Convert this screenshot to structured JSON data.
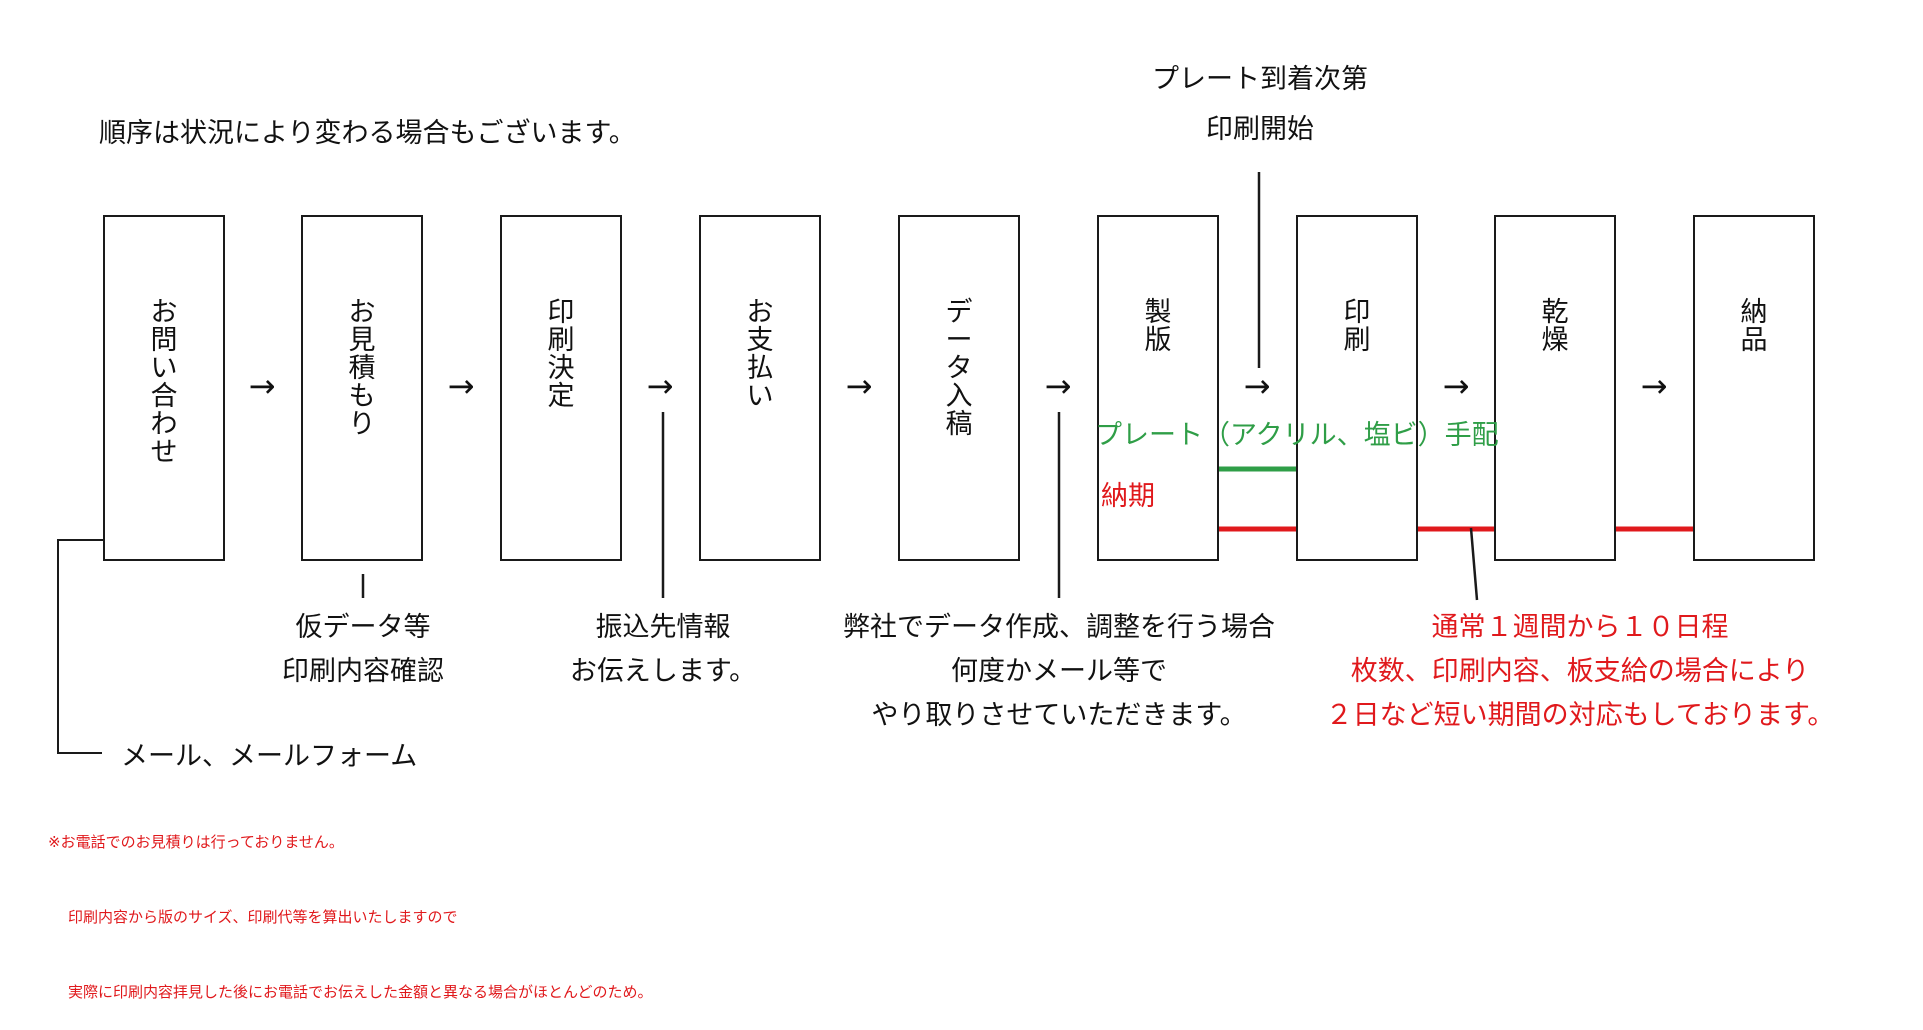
{
  "notice": "順序は状況により変わる場合もございます。",
  "steps": [
    {
      "label": "お問い合わせ"
    },
    {
      "label": "お見積もり"
    },
    {
      "label": "印刷決定"
    },
    {
      "label": "お支払い"
    },
    {
      "label": "データ入稿"
    },
    {
      "label": "製版"
    },
    {
      "label": "印刷"
    },
    {
      "label": "乾燥"
    },
    {
      "label": "納品"
    }
  ],
  "arrow_glyph": "→",
  "print_start": {
    "line1": "プレート到着次第",
    "line2": "印刷開始"
  },
  "plate_order": {
    "label": "プレート（アクリル、塩ビ）手配",
    "color": "#2f9e47"
  },
  "delivery": {
    "label": "納期",
    "color": "#e0191c",
    "line1": "通常１週間から１０日程",
    "line2": "枚数、印刷内容、板支給の場合により",
    "line3": "２日など短い期間の対応もしております。"
  },
  "estimate_note": {
    "line1": "仮データ等",
    "line2": "印刷内容確認"
  },
  "payment_note": {
    "line1": "振込先情報",
    "line2": "お伝えします。"
  },
  "data_note": {
    "line1": "弊社でデータ作成、調整を行う場合",
    "line2": "何度かメール等で",
    "line3": "やり取りさせていただきます。"
  },
  "contact_method": "メール、メールフォーム",
  "phone_note": {
    "line1": "※お電話でのお見積りは行っておりません。",
    "line2": "印刷内容から版のサイズ、印刷代等を算出いたしますので",
    "line3": "実際に印刷内容拝見した後にお電話でお伝えした金額と異なる場合がほとんどのため。"
  }
}
